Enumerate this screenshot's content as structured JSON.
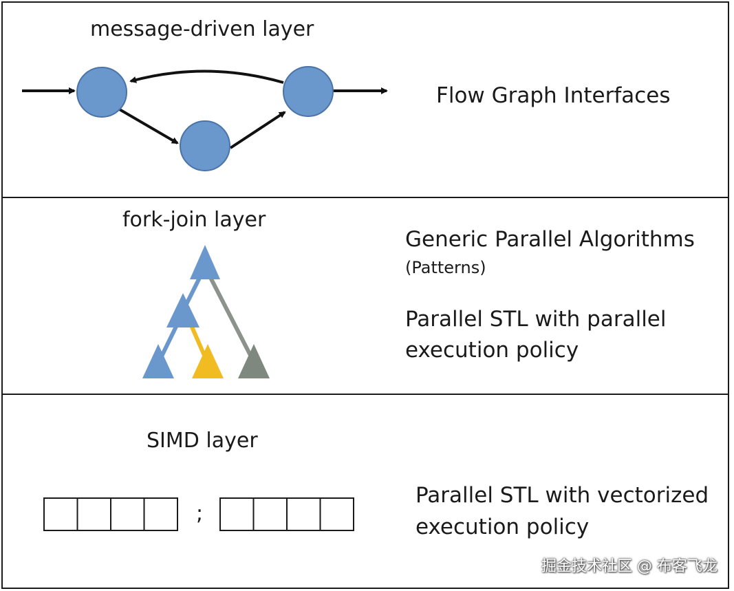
{
  "layers": [
    {
      "title": "message-driven layer",
      "description": [
        "Flow Graph Interfaces"
      ]
    },
    {
      "title": "fork-join layer",
      "description": [
        "Generic Parallel Algorithms",
        "(Patterns)",
        "Parallel STL with parallel",
        "execution policy"
      ]
    },
    {
      "title": "SIMD layer",
      "description": [
        "Parallel STL with vectorized",
        "execution policy"
      ]
    }
  ],
  "simd": {
    "separator": ";"
  },
  "watermark": "掘金技术社区 @ 布客飞龙",
  "colors": {
    "node_blue": "#6a97cc",
    "node_stroke": "#4a73a8",
    "triangle_blue": "#6a97cc",
    "triangle_yellow": "#f0bc22",
    "triangle_gray": "#7f887f",
    "edge_gray": "#8c938c"
  },
  "icons": [
    "flow-graph-diagram",
    "fork-join-tree-diagram",
    "simd-vector-boxes"
  ]
}
